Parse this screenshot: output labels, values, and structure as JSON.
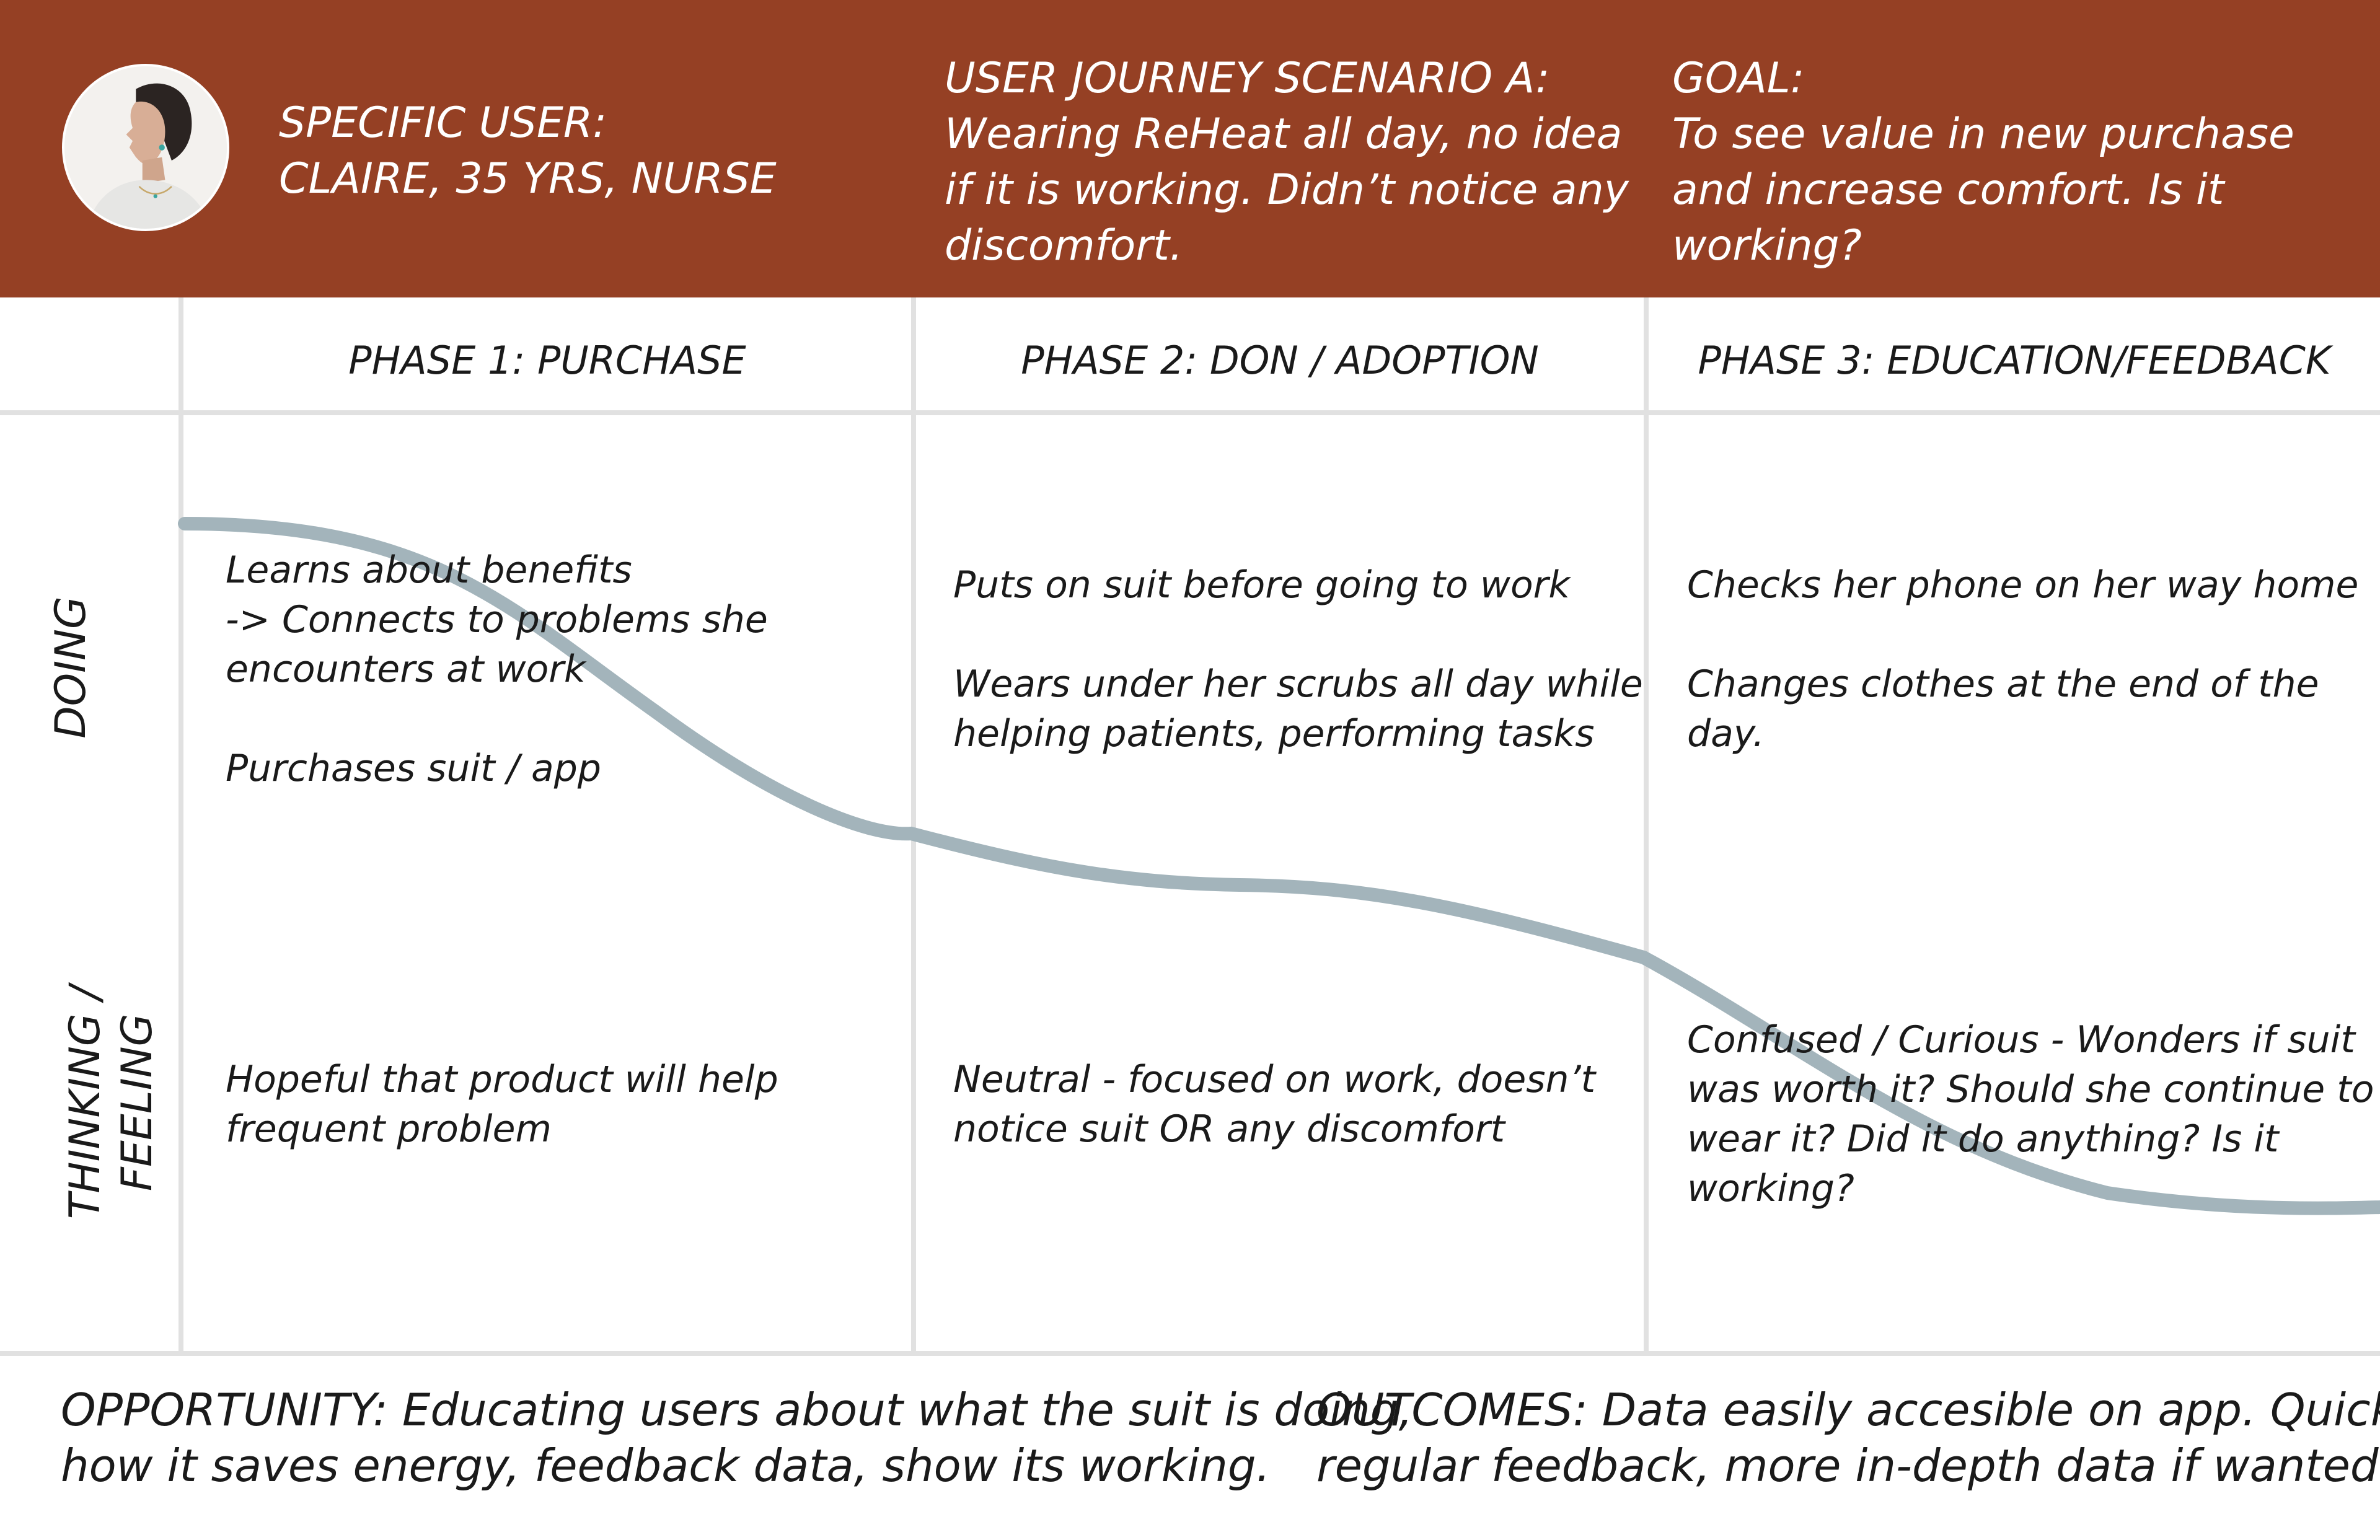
{
  "header": {
    "user": {
      "lines": [
        "SPECIFIC USER:",
        "CLAIRE, 35 YRS, NURSE"
      ]
    },
    "scenario": {
      "lines": [
        "USER JOURNEY SCENARIO A:",
        "Wearing ReHeat all day, no idea",
        "if it is working. Didn’t notice any",
        "discomfort."
      ]
    },
    "goal": {
      "lines": [
        "GOAL:",
        "To see value in new purchase",
        "and increase comfort. Is it",
        "working?"
      ]
    },
    "colors": {
      "band": "#954024",
      "text": "#ffffff"
    }
  },
  "phases": [
    {
      "label": "PHASE 1: PURCHASE"
    },
    {
      "label": "PHASE 2: DON / ADOPTION"
    },
    {
      "label": "PHASE 3: EDUCATION/FEEDBACK"
    }
  ],
  "rows": {
    "doing": {
      "lines": [
        "DOING"
      ]
    },
    "thinking": {
      "lines": [
        "THINKING /",
        "FEELING"
      ]
    }
  },
  "cells": {
    "doing": [
      {
        "lines": [
          "Learns about benefits",
          "-> Connects to problems she",
          "encounters at work",
          "",
          "Purchases suit / app"
        ]
      },
      {
        "lines": [
          "Puts on suit before going to work",
          "",
          "Wears under her scrubs all day while",
          "helping patients, performing tasks"
        ]
      },
      {
        "lines": [
          "Checks her phone on her way home",
          "",
          "Changes clothes at the end of the",
          "day."
        ]
      }
    ],
    "thinking": [
      {
        "lines": [
          "Hopeful that product will help",
          "frequent problem"
        ]
      },
      {
        "lines": [
          "Neutral - focused on work, doesn’t",
          "notice suit OR any discomfort"
        ]
      },
      {
        "lines": [
          "Confused / Curious - Wonders if suit",
          "was worth it? Should she continue to",
          "wear it? Did it do anything? Is it",
          "working?"
        ]
      }
    ]
  },
  "curve": {
    "color": "#a3b4bb"
  },
  "grid": {
    "color": "#e1e1e1"
  },
  "footer": {
    "opportunity": {
      "lines": [
        "OPPORTUNITY: Educating users about what the suit is doing,",
        "how it saves energy, feedback data, show its working."
      ]
    },
    "outcomes": {
      "lines": [
        "OUTCOMES: Data easily accesible on app. Quick",
        "regular feedback, more in-depth data if wanted."
      ]
    }
  }
}
